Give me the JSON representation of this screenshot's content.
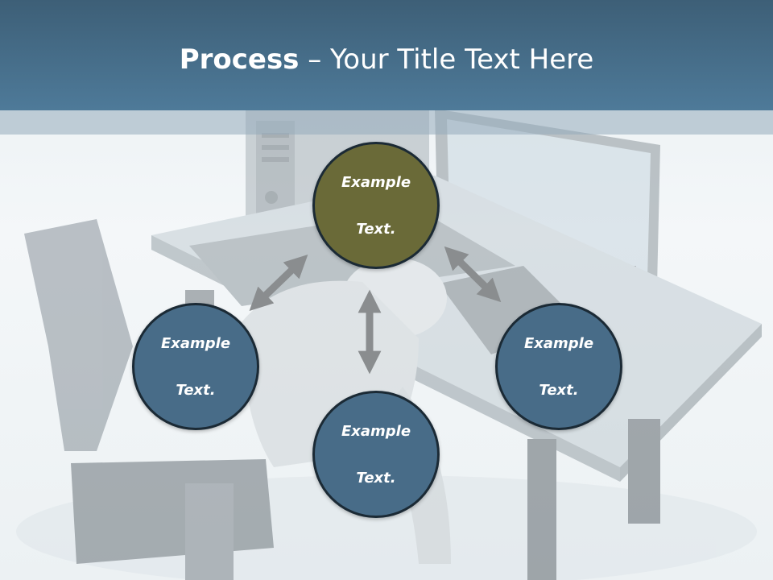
{
  "slide": {
    "title_bold": "Process",
    "title_rest": " – Your Title Text Here"
  },
  "diagram": {
    "nodes": [
      {
        "id": "top",
        "line1": "Example",
        "line2": "Text.",
        "color": "#6a6a38"
      },
      {
        "id": "left",
        "line1": "Example",
        "line2": "Text.",
        "color": "#486c88"
      },
      {
        "id": "right",
        "line1": "Example",
        "line2": "Text.",
        "color": "#486c88"
      },
      {
        "id": "bottom",
        "line1": "Example",
        "line2": "Text.",
        "color": "#486c88"
      }
    ],
    "arrow_color": "#8a8d8f",
    "title_bar_color": "#46708e"
  }
}
